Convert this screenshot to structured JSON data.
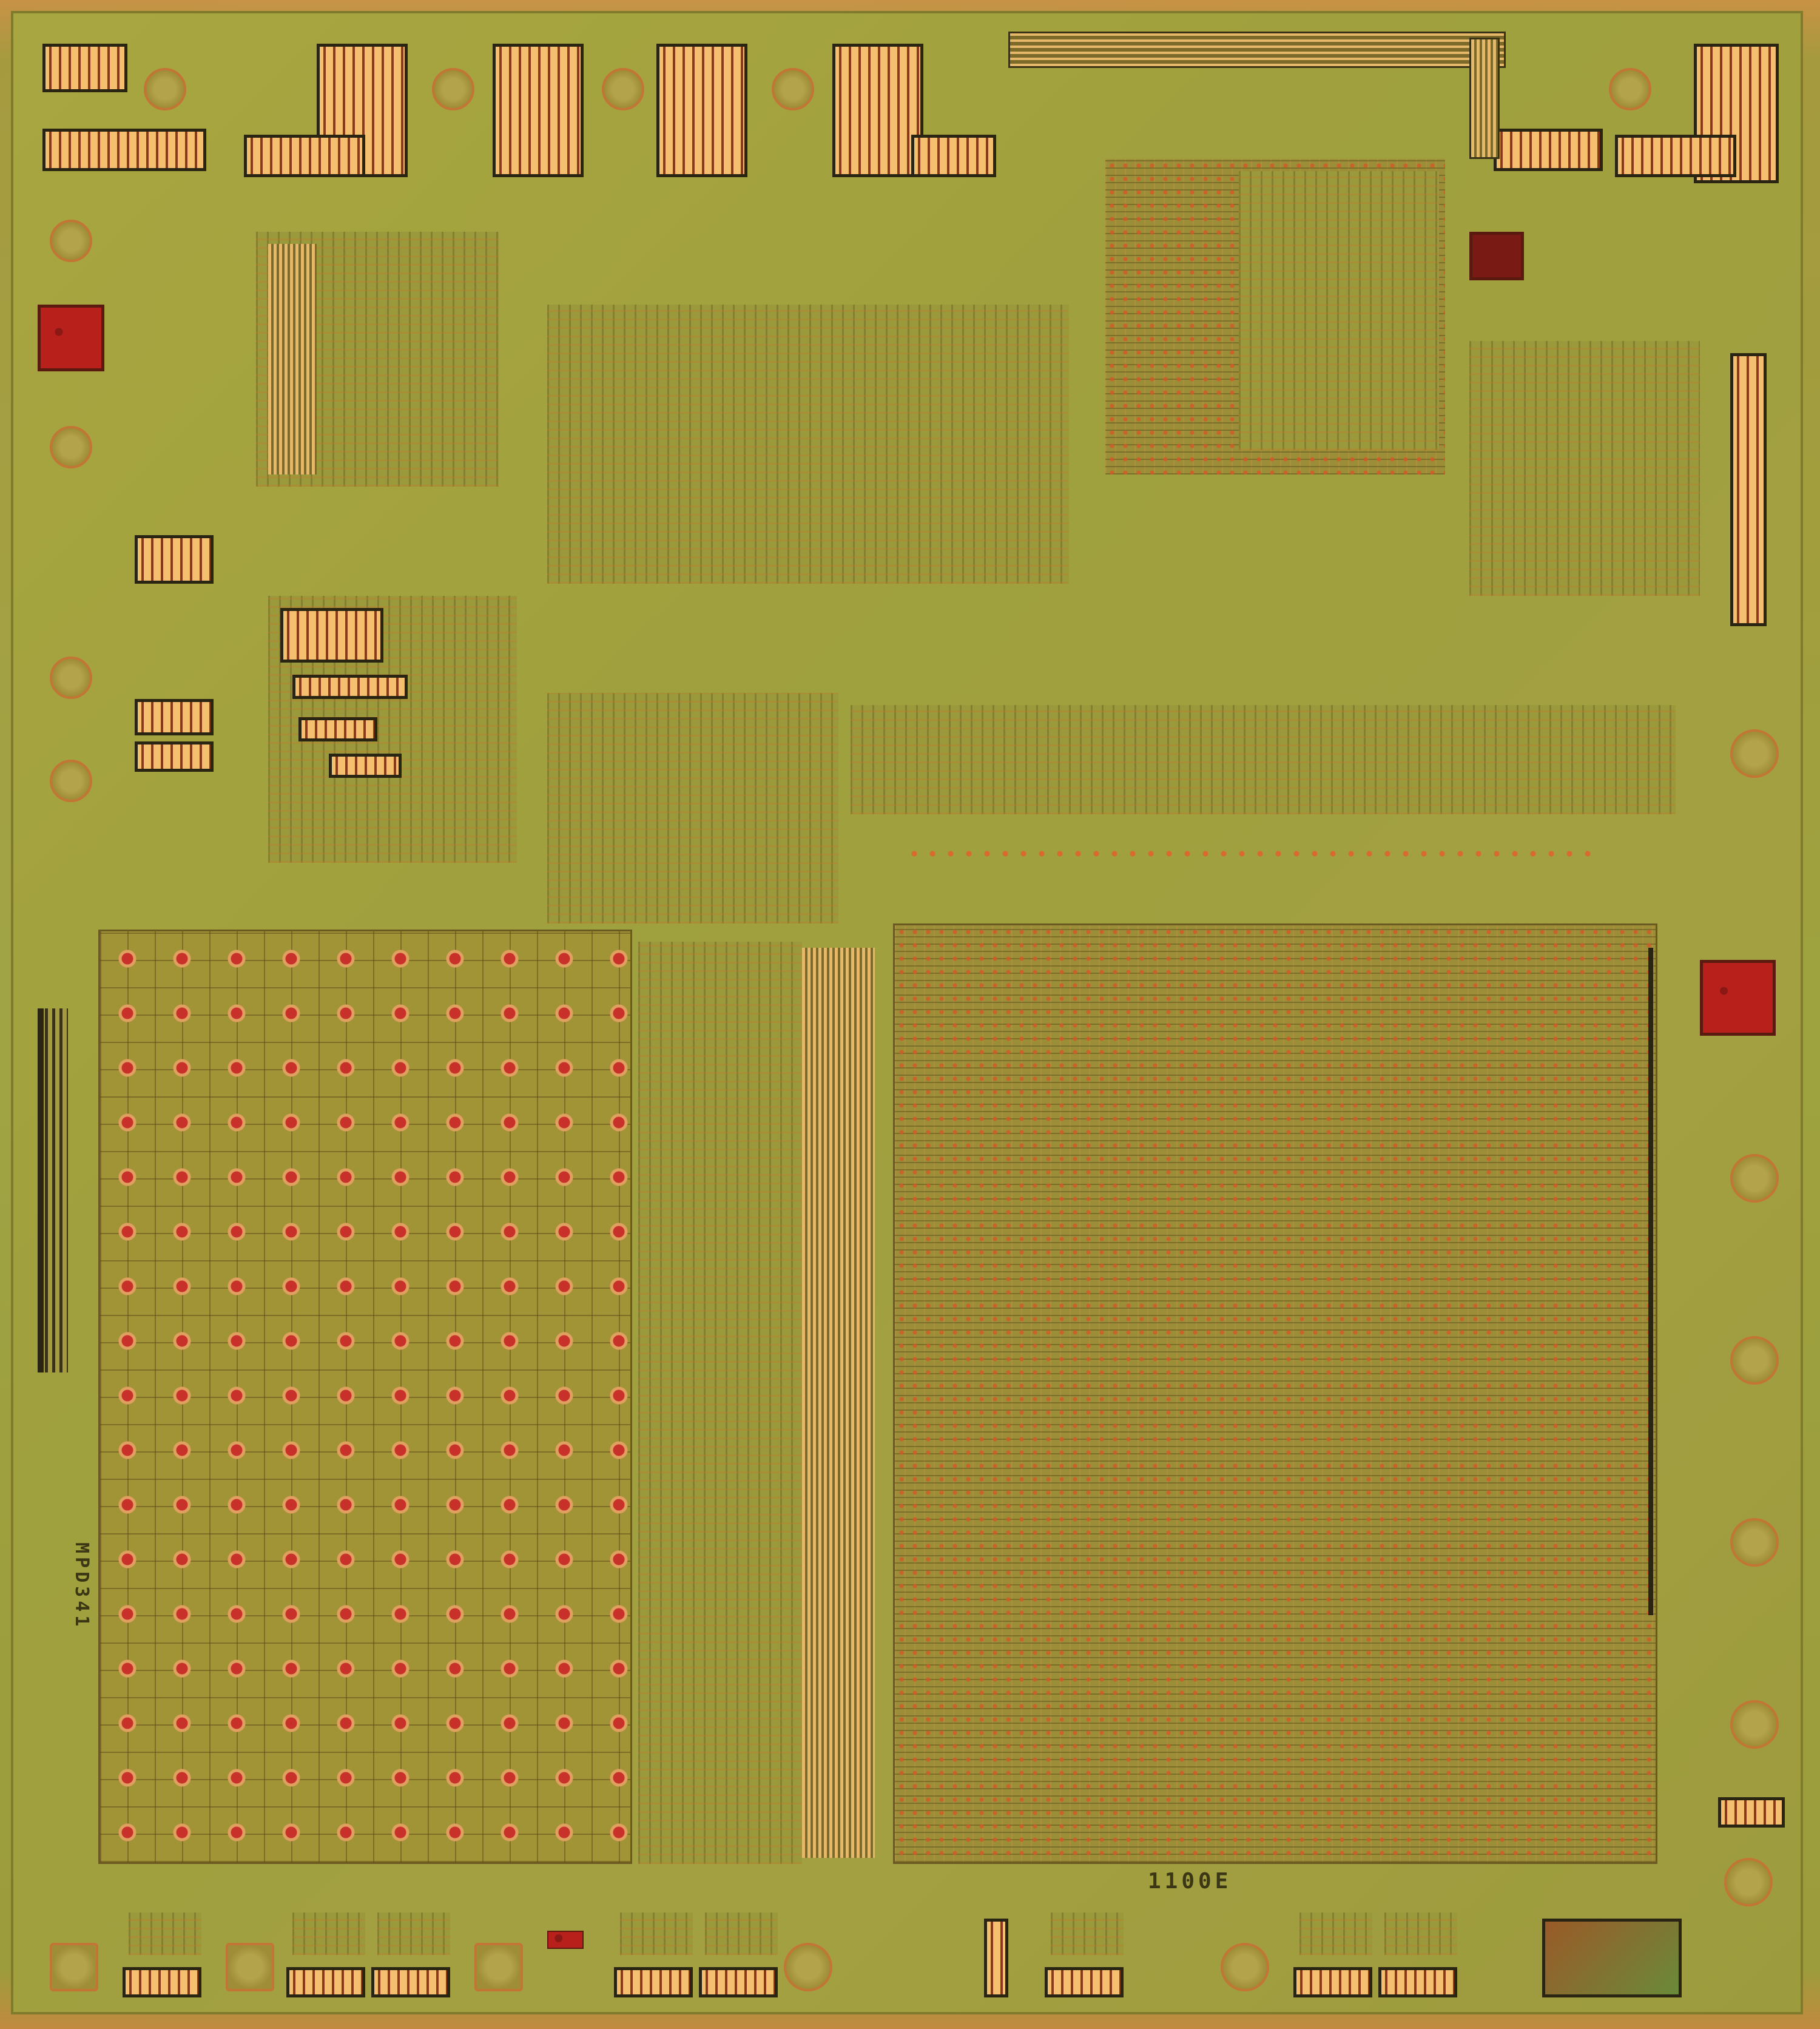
{
  "image": {
    "subject": "integrated-circuit-die-photo",
    "palette": {
      "substrate": "#a3a041",
      "metal": "#e6b96a",
      "contact": "#d96a2e",
      "rom_cell": "#c8312a",
      "edge": "#c89245",
      "pad_dark": "#2c2a12"
    }
  },
  "markings": {
    "die_code": "1100E",
    "side_code": "MPD341"
  }
}
